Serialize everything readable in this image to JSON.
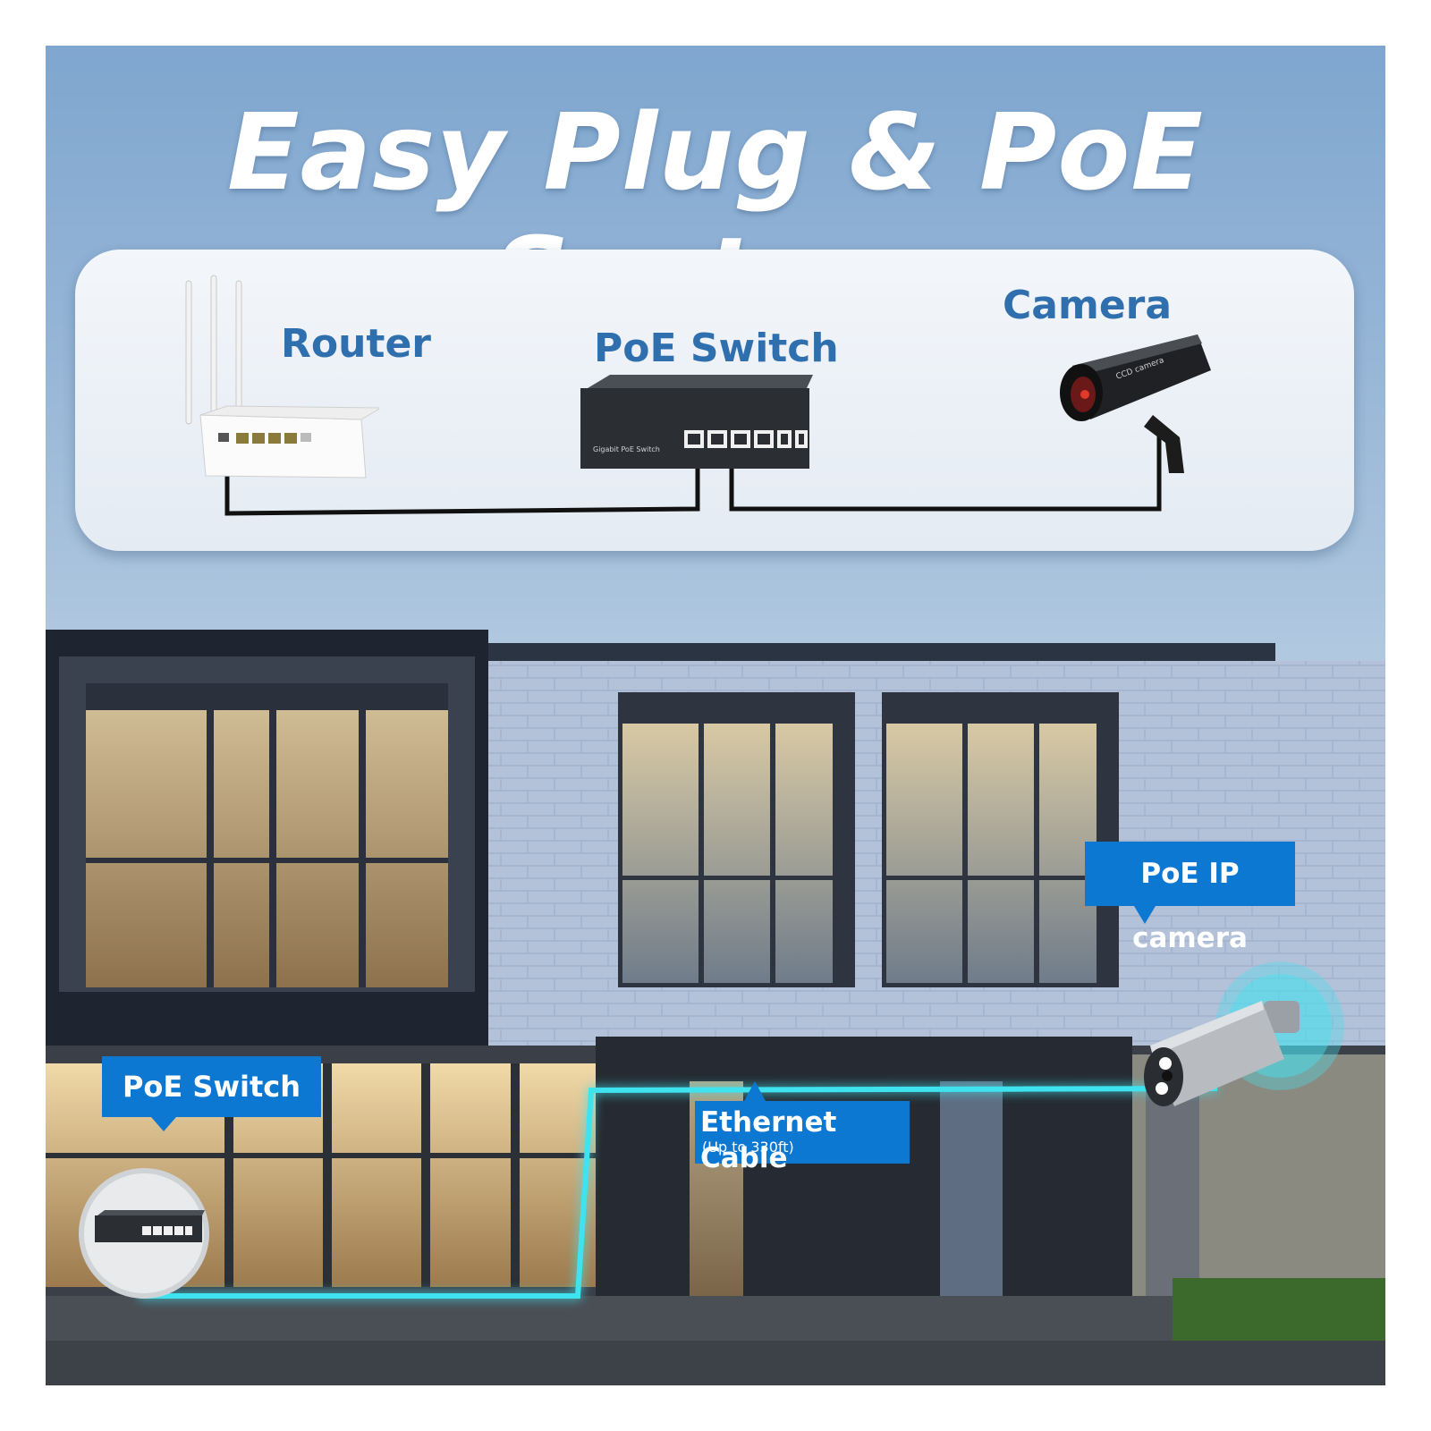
{
  "title": "Easy Plug & PoE System",
  "diagram": {
    "router_label": "Router",
    "switch_label": "PoE Switch",
    "camera_label": "Camera"
  },
  "scene": {
    "switch_callout": "PoE Switch",
    "cable_callout": "Ethernet Cable",
    "cable_note": "(Up to 330ft)",
    "camera_callout": "PoE IP camera"
  },
  "colors": {
    "label_blue": "#2f6fae",
    "callout_blue": "#0d78d2",
    "cable_cyan": "#3fe3ef"
  },
  "icons": [
    "router-icon",
    "poe-switch-icon",
    "camera-icon",
    "ip-camera-icon"
  ]
}
